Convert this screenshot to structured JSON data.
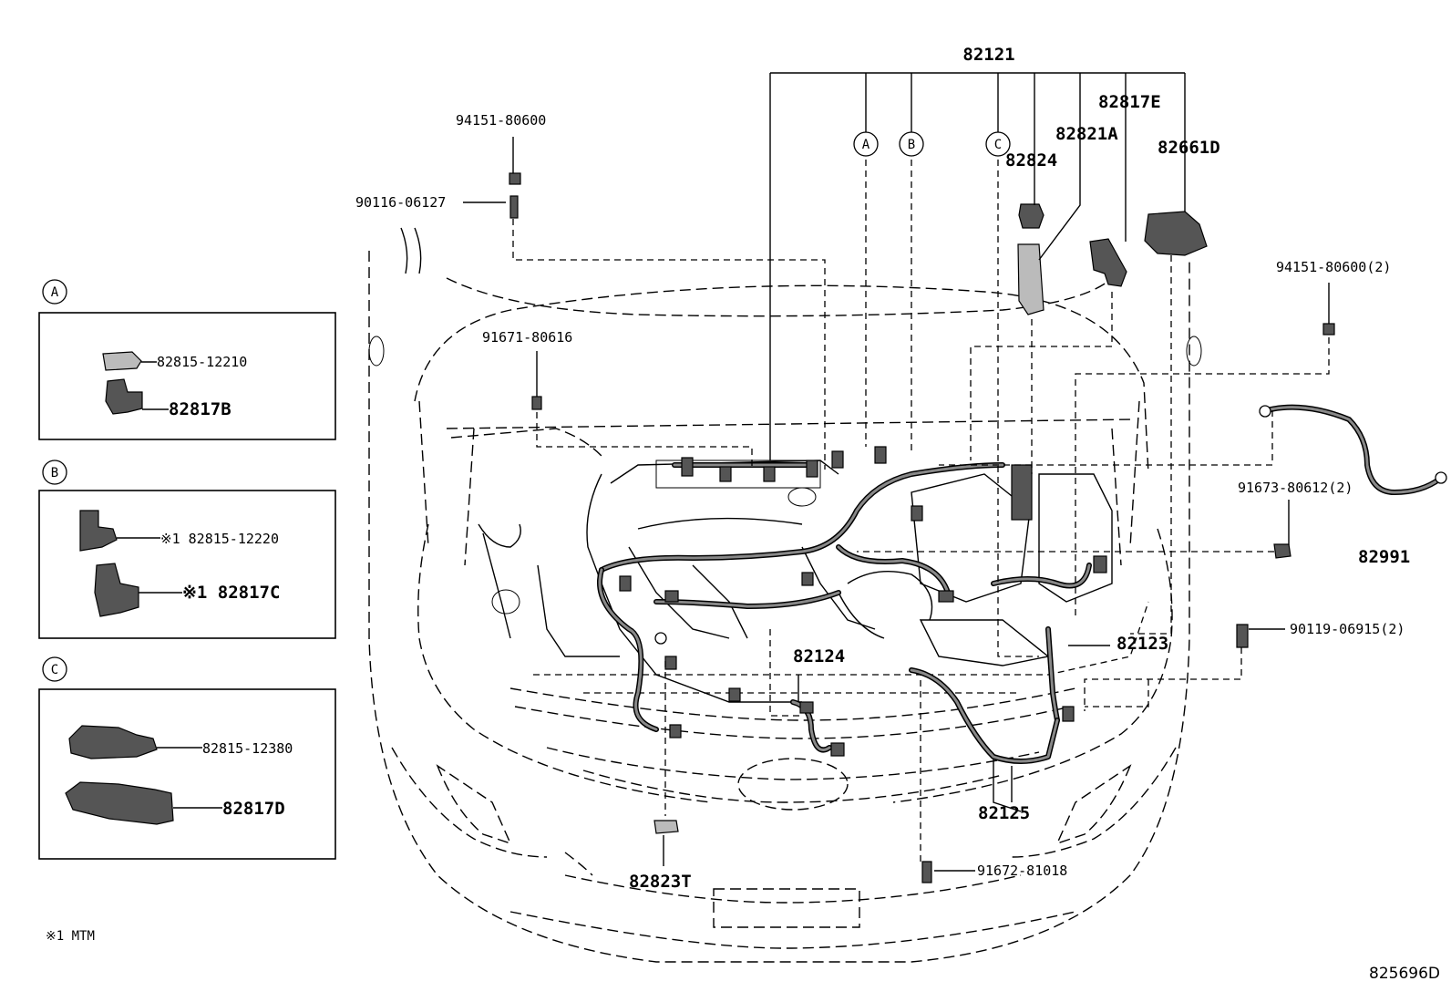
{
  "labels": {
    "p82121": "82121",
    "p94151_80600": "94151-80600",
    "p90116_06127": "90116-06127",
    "p82817E": "82817E",
    "p82821A": "82821A",
    "p82661D": "82661D",
    "p82824": "82824",
    "p94151_80600_2": "94151-80600(2)",
    "p91671_80616": "91671-80616",
    "p91673_80612_2": "91673-80612(2)",
    "p82991": "82991",
    "p90119_06915_2": "90119-06915(2)",
    "p82123": "82123",
    "p82124": "82124",
    "p82125": "82125",
    "p82823T": "82823T",
    "p91672_81018": "91672-81018"
  },
  "callouts": {
    "a": "A",
    "b": "B",
    "c": "C"
  },
  "detail_a": {
    "letter": "A",
    "part1": "82815-12210",
    "part2": "82817B"
  },
  "detail_b": {
    "letter": "B",
    "part1": "※1 82815-12220",
    "part2": "※1 82817C"
  },
  "detail_c": {
    "letter": "C",
    "part1": "82815-12380",
    "part2": "82817D"
  },
  "footnote": "※1 MTM",
  "drawing_id": "825696D"
}
